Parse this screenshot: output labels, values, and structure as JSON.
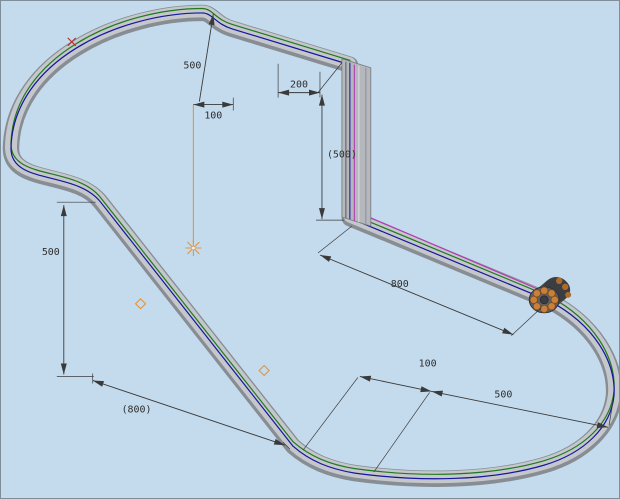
{
  "viewport": {
    "type": "3d-cad-model-view",
    "background_color": "#c4dbee",
    "border_color": "#7f8c99"
  },
  "colors": {
    "band_gray": "#878d93",
    "band_highlight": "#c4c8cc",
    "edge_blue": "#16169c",
    "edge_green": "#1f7a1f",
    "edge_magenta": "#b43cb4",
    "datum_orange": "#e2953c",
    "dimension_line": "#3a3a3a",
    "dimension_text": "#2e2e2e",
    "vertex_marker_red": "#b03030",
    "sprocket_body": "#5d6166",
    "sprocket_teeth": "#c8803a"
  },
  "dimensions": {
    "arc_radius": "500",
    "top_offset": "100",
    "top_run": "200",
    "wall_height": "(500)",
    "left_drop": "500",
    "chute_length": "800",
    "bottom_offset": "100",
    "bottom_run": "(800)",
    "corner_radius": "500"
  }
}
